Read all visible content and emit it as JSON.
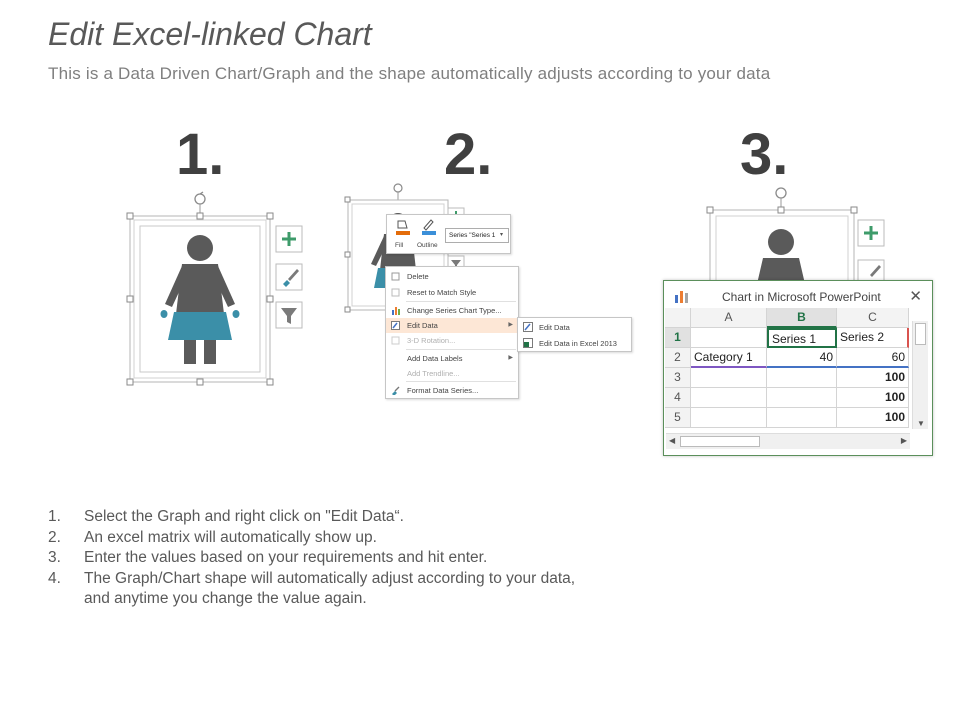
{
  "slide": {
    "title": "Edit Excel-linked Chart",
    "subtitle": "This is a Data Driven Chart/Graph and the shape automatically adjusts according to your data"
  },
  "step_numbers": [
    "1.",
    "2.",
    "3."
  ],
  "mini_toolbar": {
    "fill_label": "Fill",
    "outline_label": "Outline",
    "series_selector": "Series \"Series 1"
  },
  "context_menu": {
    "items": [
      {
        "label": "Delete",
        "enabled": true,
        "icon": "delete-icon"
      },
      {
        "label": "Reset to Match Style",
        "enabled": true,
        "icon": "reset-icon"
      },
      {
        "label": "Change Series Chart Type...",
        "enabled": true,
        "icon": "chart-type-icon"
      },
      {
        "label": "Edit Data",
        "enabled": true,
        "icon": "edit-data-icon",
        "submenu": true
      },
      {
        "label": "3-D Rotation...",
        "enabled": false,
        "icon": "rotation-icon"
      },
      {
        "label": "Add Data Labels",
        "enabled": true,
        "icon": "",
        "submenu": true
      },
      {
        "label": "Add Trendline...",
        "enabled": false,
        "icon": ""
      },
      {
        "label": "Format Data Series...",
        "enabled": true,
        "icon": "format-series-icon"
      }
    ],
    "submenu": [
      {
        "label": "Edit Data",
        "icon": "edit-data-icon"
      },
      {
        "label": "Edit Data in Excel 2013",
        "icon": "excel-icon"
      }
    ]
  },
  "excel": {
    "window_title": "Chart in Microsoft PowerPoint",
    "close_glyph": "✕",
    "columns": [
      "A",
      "B",
      "C"
    ],
    "rows": [
      {
        "num": "1",
        "cells": [
          "",
          "Series 1",
          "Series 2"
        ]
      },
      {
        "num": "2",
        "cells": [
          "Category 1",
          "40",
          "60"
        ]
      },
      {
        "num": "3",
        "cells": [
          "",
          "",
          "100"
        ]
      },
      {
        "num": "4",
        "cells": [
          "",
          "",
          "100"
        ]
      },
      {
        "num": "5",
        "cells": [
          "",
          "",
          "100"
        ]
      }
    ],
    "accent": "#217346"
  },
  "instructions": [
    {
      "num": "1.",
      "text": "Select the Graph and right click on \"Edit Data“."
    },
    {
      "num": "2.",
      "text": "An excel matrix will automatically show up."
    },
    {
      "num": "3.",
      "text": "Enter the values based on your requirements and hit enter."
    },
    {
      "num": "4.",
      "text": "The Graph/Chart shape will automatically adjust according to your data,"
    },
    {
      "num": "",
      "text": "and anytime you change the value again."
    }
  ],
  "colors": {
    "figure_dark": "#5a5a5a",
    "figure_teal": "#3b8fa8",
    "chart_button_plus": "#3e9b6a"
  }
}
